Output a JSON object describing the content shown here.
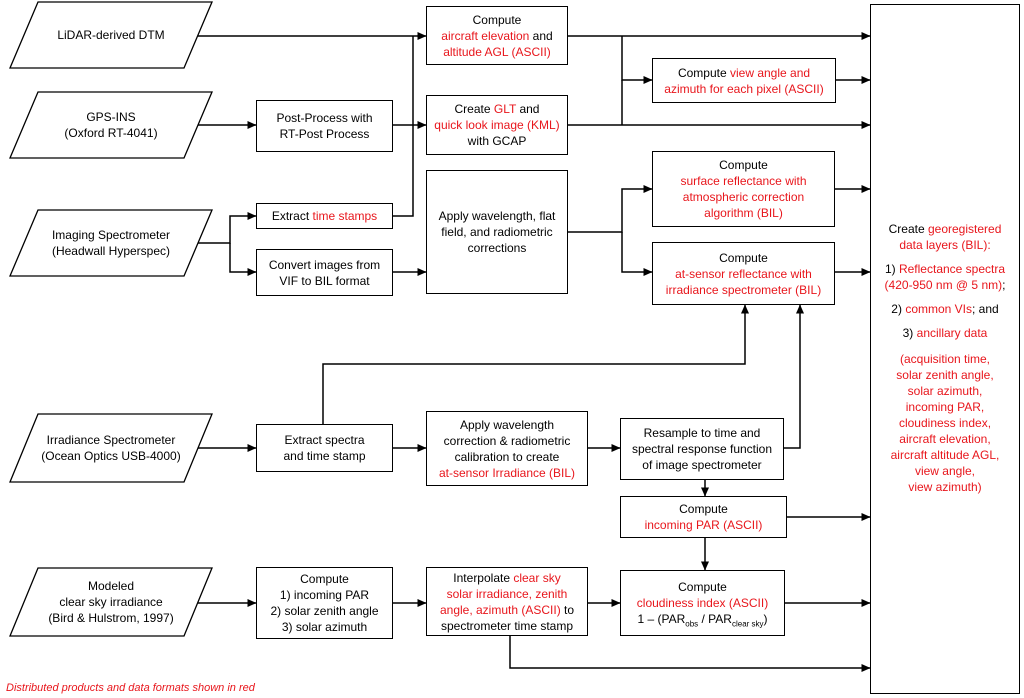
{
  "inputs": {
    "lidar": [
      "LiDAR-derived DTM"
    ],
    "gps": [
      "GPS-INS",
      "(Oxford RT-4041)"
    ],
    "imaging": [
      "Imaging Spectrometer",
      "(Headwall Hyperspec)"
    ],
    "irradiance": [
      "Irradiance Spectrometer",
      "(Ocean Optics USB-4000)"
    ],
    "modeled": [
      "Modeled",
      "clear sky irradiance",
      "(Bird & Hulstrom, 1997)"
    ]
  },
  "process": {
    "postprocess": [
      "Post-Process with",
      "RT-Post Process"
    ],
    "extract_ts": {
      "prefix": "Extract ",
      "red": "time stamps"
    },
    "convert": [
      "Convert images from",
      "VIF to BIL format"
    ],
    "aircraft": {
      "l1": "Compute",
      "l2_red": "aircraft elevation",
      "l2_black": " and",
      "l3_red": "altitude AGL (ASCII)"
    },
    "glt": {
      "l1_black": "Create ",
      "l1_red": "GLT",
      "l1_tail": " and",
      "l2_red": "quick look image (KML)",
      "l3": "with GCAP"
    },
    "viewangle": {
      "l1_black": "Compute ",
      "l1_red": "view angle and",
      "l2_red": "azimuth for each pixel (ASCII)"
    },
    "wavelength": [
      "Apply wavelength, flat",
      "field, and radiometric",
      "corrections"
    ],
    "surface": {
      "l1": "Compute",
      "l2_red": "surface reflectance with",
      "l3_red": "atmospheric correction",
      "l4_red": "algorithm (BIL)"
    },
    "atsensor": {
      "l1": "Compute",
      "l2_red": "at-sensor reflectance with",
      "l3_red": "irradiance spectrometer (BIL)"
    },
    "extract_spectra": [
      "Extract spectra",
      "and time stamp"
    ],
    "apply_wl": {
      "lines": [
        "Apply wavelength",
        "correction & radiometric",
        "calibration to create"
      ],
      "red": "at-sensor Irradiance (BIL)"
    },
    "resample": [
      "Resample to time and",
      "spectral response function",
      "of image spectrometer"
    ],
    "par": {
      "l1": "Compute",
      "l2_red": "incoming PAR (ASCII)"
    },
    "compute_par": [
      "Compute",
      "1) incoming PAR",
      "2) solar zenith angle",
      "3) solar azimuth"
    ],
    "interpolate": {
      "l1_black": "Interpolate ",
      "l1_red": "clear sky",
      "l2_red": "solar irradiance, zenith",
      "l3_red": "angle, azimuth (ASCII)",
      "l3_black": " to",
      "l4": "spectrometer time stamp"
    },
    "cloudiness": {
      "l1": "Compute",
      "l2_red": "cloudiness index (ASCII)",
      "f_pre": "1 – (PAR",
      "f_sub1": "obs",
      "f_mid": " / PAR",
      "f_sub2": "clear sky",
      "f_end": ")"
    }
  },
  "output": {
    "create_black": "Create ",
    "create_red": "georegistered",
    "create_red2": "data layers (BIL):",
    "item1_num": "1) ",
    "item1_red": "Reflectance spectra",
    "item1_red2": "(420-950 nm @ 5 nm)",
    "item1_tail": ";",
    "item2_num": "2) ",
    "item2_red": "common VIs",
    "item2_tail": "; and",
    "item3_num": "3) ",
    "item3_red": "ancillary data",
    "ancillary": [
      "(acquisition time,",
      "solar zenith angle,",
      "solar azimuth,",
      "incoming PAR,",
      "cloudiness index,",
      "aircraft elevation,",
      "aircraft altitude AGL,",
      "view angle,",
      "view azimuth)"
    ]
  },
  "footer": "Distributed products and data formats shown in red",
  "colors": {
    "highlight": "#e8161c",
    "line": "#000000"
  }
}
